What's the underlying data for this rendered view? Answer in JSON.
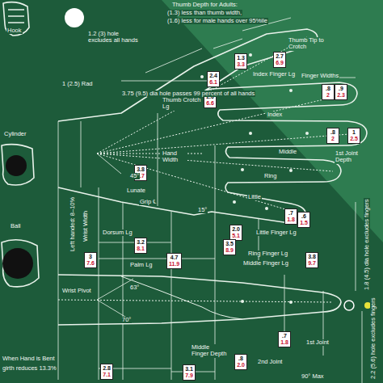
{
  "diagram": {
    "nodes": [
      {
        "text": [
          "2.7",
          "6.9"
        ]
      },
      {
        "text": [
          "1.3",
          "3.3"
        ]
      },
      {
        "text": [
          "2.4",
          "6.1"
        ]
      },
      {
        "text": [
          "2.6",
          "6.6"
        ]
      },
      {
        "text": [
          ".8",
          "2"
        ]
      },
      {
        "text": [
          ".9",
          "2.3"
        ]
      },
      {
        "text": [
          ".8",
          "2"
        ]
      },
      {
        "text": [
          "1",
          "2.5"
        ]
      },
      {
        "text": [
          "3.8",
          "9.7"
        ]
      },
      {
        "text": [
          ".7",
          "1.8"
        ]
      },
      {
        "text": [
          ".6",
          "1.5"
        ]
      },
      {
        "text": [
          "2.0",
          "5.1"
        ]
      },
      {
        "text": [
          "3.5",
          "8.9"
        ]
      },
      {
        "text": [
          "3.2",
          "8.1"
        ]
      },
      {
        "text": [
          "4.7",
          "11.9"
        ]
      },
      {
        "text": [
          "3",
          "7.6"
        ]
      },
      {
        "text": [
          "3.8",
          "9.7"
        ]
      },
      {
        "text": [
          ".7",
          "1.8"
        ]
      },
      {
        "text": [
          ".8",
          "2.0"
        ]
      },
      {
        "text": [
          "2.8",
          "7.1"
        ]
      },
      {
        "text": [
          "3.1",
          "7.9"
        ]
      }
    ],
    "labels": [
      "Hook",
      "Cylinder",
      "Ball",
      "Thumb Depth for Adults:",
      "(1.3) less than thumb width,",
      "(1.6) less for male hands over 95%ile",
      "1.2 (3) hole excludes all hands",
      "3.75 (9.5) dia hole passes 99 percent of all hands",
      "Thumb Tip to Crotch",
      "Index Finger Lg",
      "Finger Widths",
      "Thumb Crotch Lg",
      "Index",
      "Middle",
      "Ring",
      "Little",
      "1st Joint Depth",
      "Hand Width",
      "Lunate",
      "Grip ℄",
      "Dorsum Lg",
      "Palm Lg",
      "Middle Finger Lg",
      "Ring Finger Lg",
      "Little Finger Lg",
      "Wrist Width",
      "Left handed: 8–10%",
      "1 (2.5) Rad",
      "Wrist Pivot",
      "63°",
      "70°",
      "Middle Finger Depth",
      "1st Joint",
      "2nd Joint",
      "90° Max",
      "1.8 (4.5) dia hole excludes fingers",
      "2.2 (5.6) hole excludes fingers",
      "When Hand is Bent",
      "girth reduces 13.3%",
      "45°",
      "15°"
    ]
  }
}
